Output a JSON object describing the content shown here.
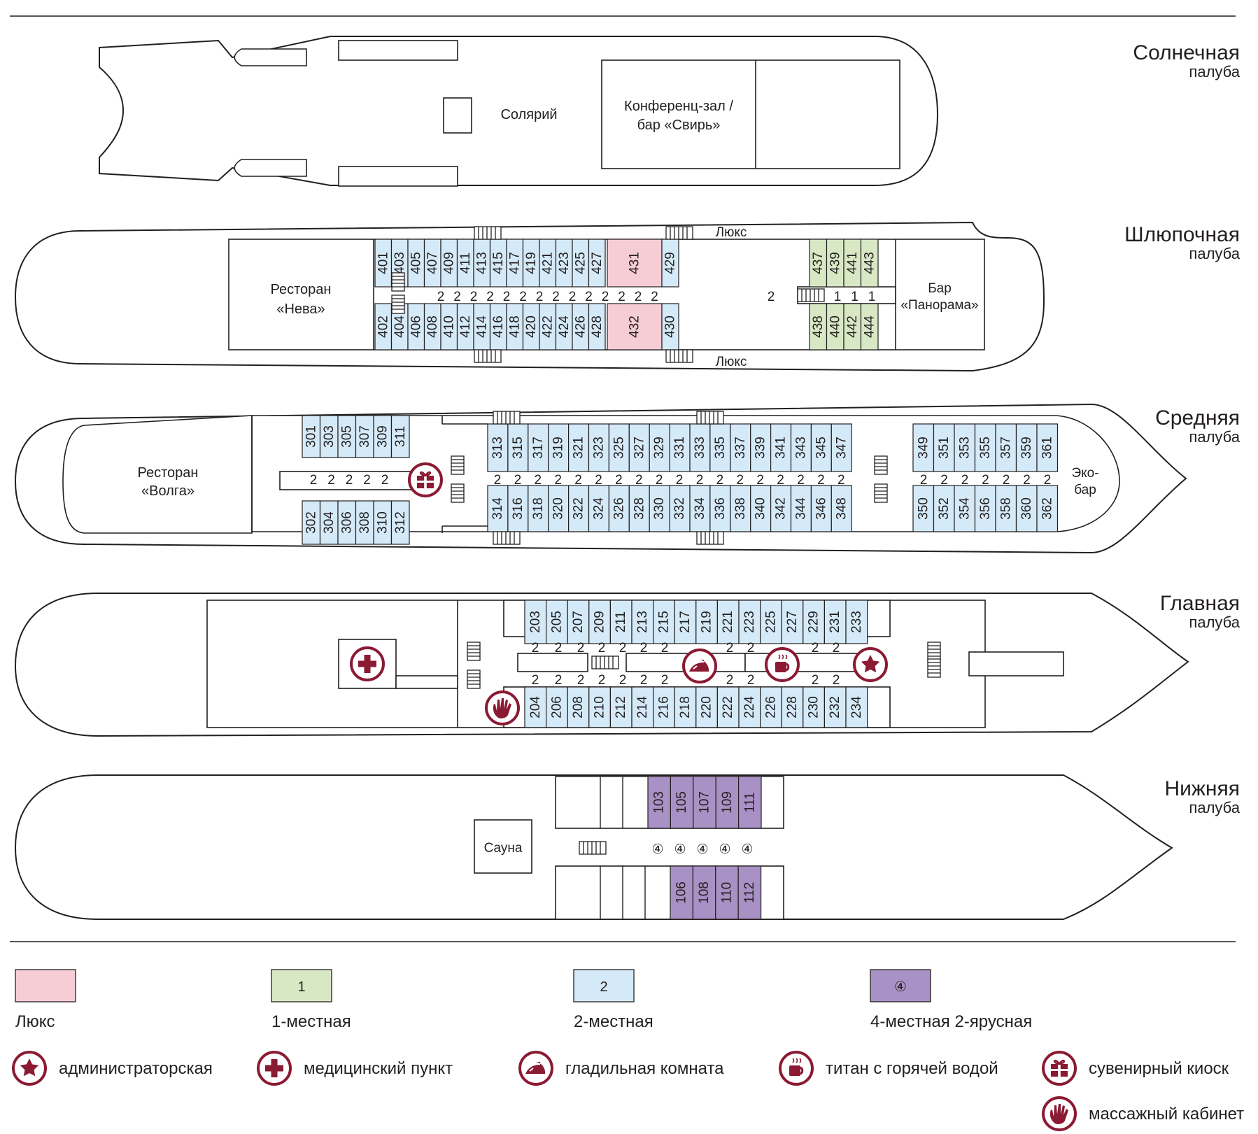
{
  "colors": {
    "lux": "#f7cdd5",
    "single": "#d8e8c4",
    "double": "#d5eaf8",
    "quad": "#a891c4",
    "icon": "#8b1a33"
  },
  "decks": {
    "sun": {
      "title": "Солнечная",
      "sub": "палуба",
      "solarium": "Солярий",
      "conf_line1": "Конференц-зал /",
      "conf_line2": "бар «Свирь»"
    },
    "boat": {
      "title": "Шлюпочная",
      "sub": "палуба",
      "rest_line1": "Ресторан",
      "rest_line2": "«Нева»",
      "bar_line1": "Бар",
      "bar_line2": "«Панорама»",
      "lux_top": "Люкс",
      "lux_bottom": "Люкс",
      "top_double": [
        "401",
        "403",
        "405",
        "407",
        "409",
        "411",
        "413",
        "415",
        "417",
        "419",
        "421",
        "423",
        "425",
        "427"
      ],
      "bottom_double": [
        "402",
        "404",
        "406",
        "408",
        "410",
        "412",
        "414",
        "416",
        "418",
        "420",
        "422",
        "424",
        "426",
        "428"
      ],
      "lux_cabins": [
        "431",
        "432"
      ],
      "extra_double": [
        "429",
        "430"
      ],
      "top_single": [
        "437",
        "439",
        "441",
        "443"
      ],
      "bottom_single": [
        "438",
        "440",
        "442",
        "444"
      ],
      "corridor_double": [
        "2",
        "2",
        "2",
        "2",
        "2",
        "2",
        "2",
        "2",
        "2",
        "2",
        "2",
        "2",
        "2",
        "2",
        "2"
      ],
      "corridor_single": [
        "1",
        "1",
        "1"
      ]
    },
    "middle": {
      "title": "Средняя",
      "sub": "палуба",
      "rest_line1": "Ресторан",
      "rest_line2": "«Волга»",
      "eco_line1": "Эко-",
      "eco_line2": "бар",
      "aft_top": [
        "301",
        "303",
        "305",
        "307",
        "309",
        "311"
      ],
      "aft_bottom": [
        "302",
        "304",
        "306",
        "308",
        "310",
        "312"
      ],
      "mid_top": [
        "313",
        "315",
        "317",
        "319",
        "321",
        "323",
        "325",
        "327",
        "329",
        "331",
        "333",
        "335",
        "337",
        "339",
        "341",
        "343",
        "345",
        "347"
      ],
      "mid_bottom": [
        "314",
        "316",
        "318",
        "320",
        "322",
        "324",
        "326",
        "328",
        "330",
        "332",
        "334",
        "336",
        "338",
        "340",
        "342",
        "344",
        "346",
        "348"
      ],
      "bow_top": [
        "349",
        "351",
        "353",
        "355",
        "357",
        "359",
        "361"
      ],
      "bow_bottom": [
        "350",
        "352",
        "354",
        "356",
        "358",
        "360",
        "362"
      ]
    },
    "main": {
      "title": "Главная",
      "sub": "палуба",
      "top": [
        "203",
        "205",
        "207",
        "209",
        "211",
        "213",
        "215",
        "217",
        "219",
        "221",
        "223",
        "225",
        "227",
        "229",
        "231",
        "233"
      ],
      "bottom": [
        "204",
        "206",
        "208",
        "210",
        "212",
        "214",
        "216",
        "218",
        "220",
        "222",
        "224",
        "226",
        "228",
        "230",
        "232",
        "234"
      ]
    },
    "lower": {
      "title": "Нижняя",
      "sub": "палуба",
      "sauna": "Сауна",
      "top": [
        "103",
        "105",
        "107",
        "109",
        "111"
      ],
      "bottom": [
        "106",
        "108",
        "110",
        "112"
      ],
      "quad_marks": [
        "④",
        "④",
        "④",
        "④",
        "④"
      ]
    }
  },
  "legend": {
    "types": [
      {
        "key": "lux",
        "swatch": "",
        "label": "Люкс"
      },
      {
        "key": "single",
        "swatch": "1",
        "label": "1-местная"
      },
      {
        "key": "double",
        "swatch": "2",
        "label": "2-местная"
      },
      {
        "key": "quad",
        "swatch": "④",
        "label": "4-местная 2-ярусная"
      }
    ],
    "icons": [
      {
        "icon": "star-icon",
        "label": "администраторская"
      },
      {
        "icon": "medical-cross-icon",
        "label": "медицинский пункт"
      },
      {
        "icon": "iron-icon",
        "label": "гладильная комната"
      },
      {
        "icon": "hot-water-icon",
        "label": "титан с горячей водой"
      },
      {
        "icon": "gift-icon",
        "label": "сувенирный киоск"
      },
      {
        "icon": "massage-hand-icon",
        "label": "массажный кабинет"
      }
    ]
  }
}
